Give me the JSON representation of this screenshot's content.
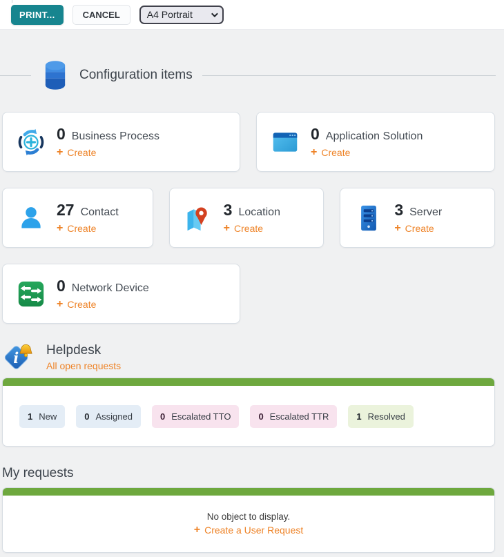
{
  "toolbar": {
    "print_label": "PRINT...",
    "cancel_label": "CANCEL",
    "paper_format": "A4 Portrait"
  },
  "glyphs": {
    "plus": "+"
  },
  "sections": {
    "configuration_items": {
      "title": "Configuration items"
    },
    "helpdesk": {
      "title": "Helpdesk",
      "subtitle_link": "All open requests"
    },
    "my_requests": {
      "title": "My requests"
    }
  },
  "cards": [
    {
      "count": "0",
      "label": "Business Process",
      "create_label": "Create",
      "icon": "business-process-icon"
    },
    {
      "count": "0",
      "label": "Application Solution",
      "create_label": "Create",
      "icon": "application-window-icon"
    },
    {
      "count": "27",
      "label": "Contact",
      "create_label": "Create",
      "icon": "person-icon"
    },
    {
      "count": "3",
      "label": "Location",
      "create_label": "Create",
      "icon": "map-pin-icon"
    },
    {
      "count": "3",
      "label": "Server",
      "create_label": "Create",
      "icon": "server-tower-icon"
    },
    {
      "count": "0",
      "label": "Network Device",
      "create_label": "Create",
      "icon": "network-switch-icon"
    }
  ],
  "helpdesk_badges": [
    {
      "count": "1",
      "label": "New",
      "style": "blue"
    },
    {
      "count": "0",
      "label": "Assigned",
      "style": "blue"
    },
    {
      "count": "0",
      "label": "Escalated TTO",
      "style": "pink"
    },
    {
      "count": "0",
      "label": "Escalated TTR",
      "style": "pink"
    },
    {
      "count": "1",
      "label": "Resolved",
      "style": "green"
    }
  ],
  "my_requests_panel": {
    "empty_text": "No object to display.",
    "create_link_label": "Create a User Request"
  },
  "colors": {
    "accent_teal": "#17858f",
    "accent_orange": "#ee8327",
    "panel_green": "#6ea83e",
    "badge_blue_bg": "#e4edf6",
    "badge_pink_bg": "#f8e3ee",
    "badge_green_bg": "#ebf3dc"
  }
}
